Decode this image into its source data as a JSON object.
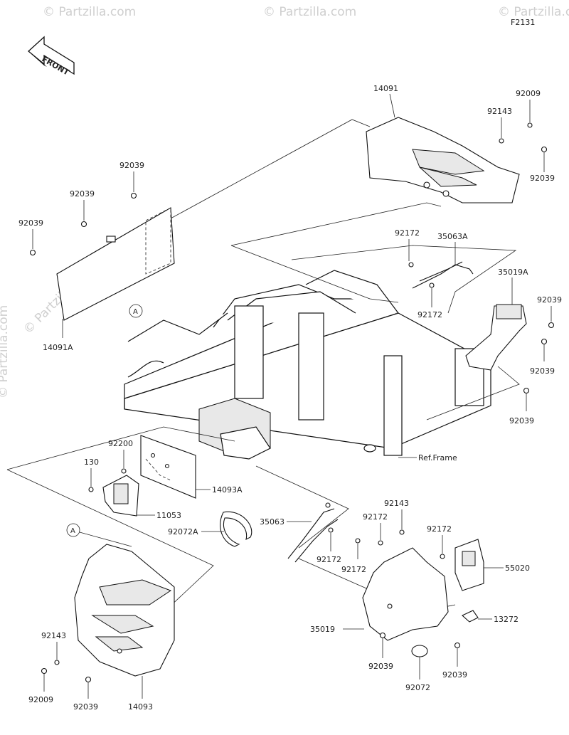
{
  "figure_code": "F2131",
  "front_label": "FRONT",
  "ref_frame": "Ref.Frame",
  "watermark": "© Partzilla.com",
  "callout_a": "A",
  "labels": {
    "l14091": "14091",
    "l92009_top": "92009",
    "l92143_top": "92143",
    "l92039_rt": "92039",
    "l92039_tl1": "92039",
    "l92039_tl2": "92039",
    "l92039_tl3": "92039",
    "l14091A": "14091A",
    "l92172_a": "92172",
    "l35063A": "35063A",
    "l35019A": "35019A",
    "l92172_b": "92172",
    "l92039_r1": "92039",
    "l92039_r2": "92039",
    "l92039_r3": "92039",
    "l92200": "92200",
    "l130": "130",
    "l14093A": "14093A",
    "l11053": "11053",
    "l92072A": "92072A",
    "l35063": "35063",
    "l92143_mid": "92143",
    "l92172_c": "92172",
    "l92172_d": "92172",
    "l92172_e": "92172",
    "l92172_f": "92172",
    "l55020": "55020",
    "l13272": "13272",
    "l35019": "35019",
    "l92039_b1": "92039",
    "l92039_b2": "92039",
    "l92072": "92072",
    "l92143_bl": "92143",
    "l92009_bl": "92009",
    "l92039_bl": "92039",
    "l14093": "14093"
  }
}
